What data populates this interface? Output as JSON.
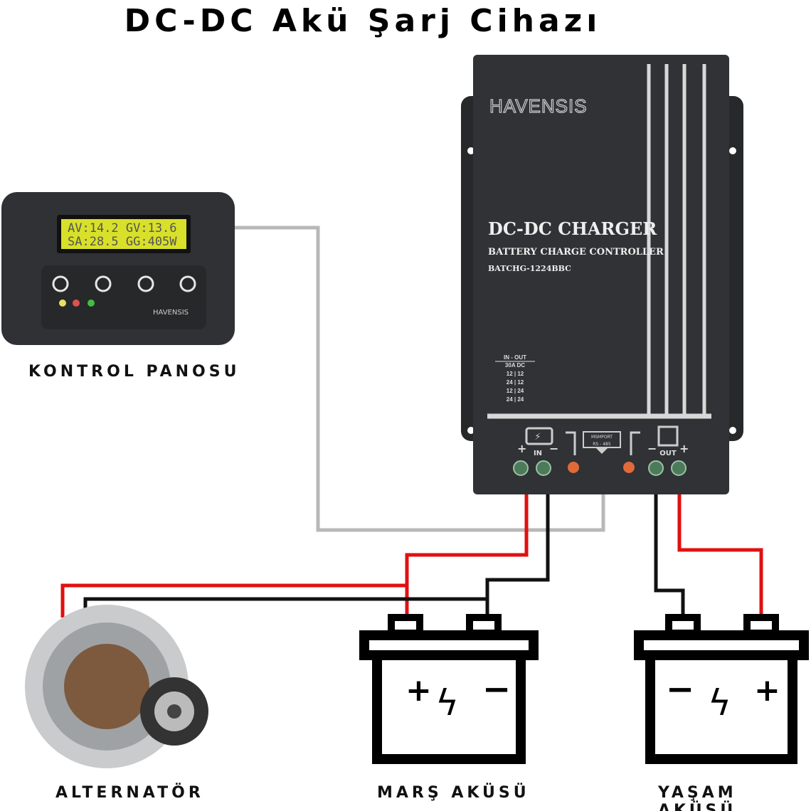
{
  "title": "DC-DC Akü Şarj Cihazı",
  "charger": {
    "brand": "HAVENSIS",
    "name": "DC-DC CHARGER",
    "subtitle": "BATTERY CHARGE CONTROLLER",
    "model": "BATCHG-1224BBC",
    "spec_header": "IN - OUT",
    "spec_current": "30A DC",
    "spec_rows": [
      "12 | 12",
      "24 | 12",
      "12 | 24",
      "24 | 24"
    ],
    "in_label": "IN",
    "out_label": "OUT",
    "port_label": "MSMPORT",
    "port_sub": "RS - 485"
  },
  "panel": {
    "label": "KONTROL PANOSU",
    "lcd_line1": "AV:14.2  GV:13.6",
    "lcd_line2": "SA:28.5  GG:405W",
    "brand": "HAVENSIS"
  },
  "labels": {
    "alternator": "ALTERNATÖR",
    "starter_battery": "MARŞ AKÜSÜ",
    "house_battery": "YAŞAM AKÜSÜ"
  },
  "colors": {
    "red_wire": "#e01010",
    "black_wire": "#111111",
    "gray_wire": "#b8b8b8",
    "device": "#2e3033",
    "lcd": "#d8e02a"
  }
}
